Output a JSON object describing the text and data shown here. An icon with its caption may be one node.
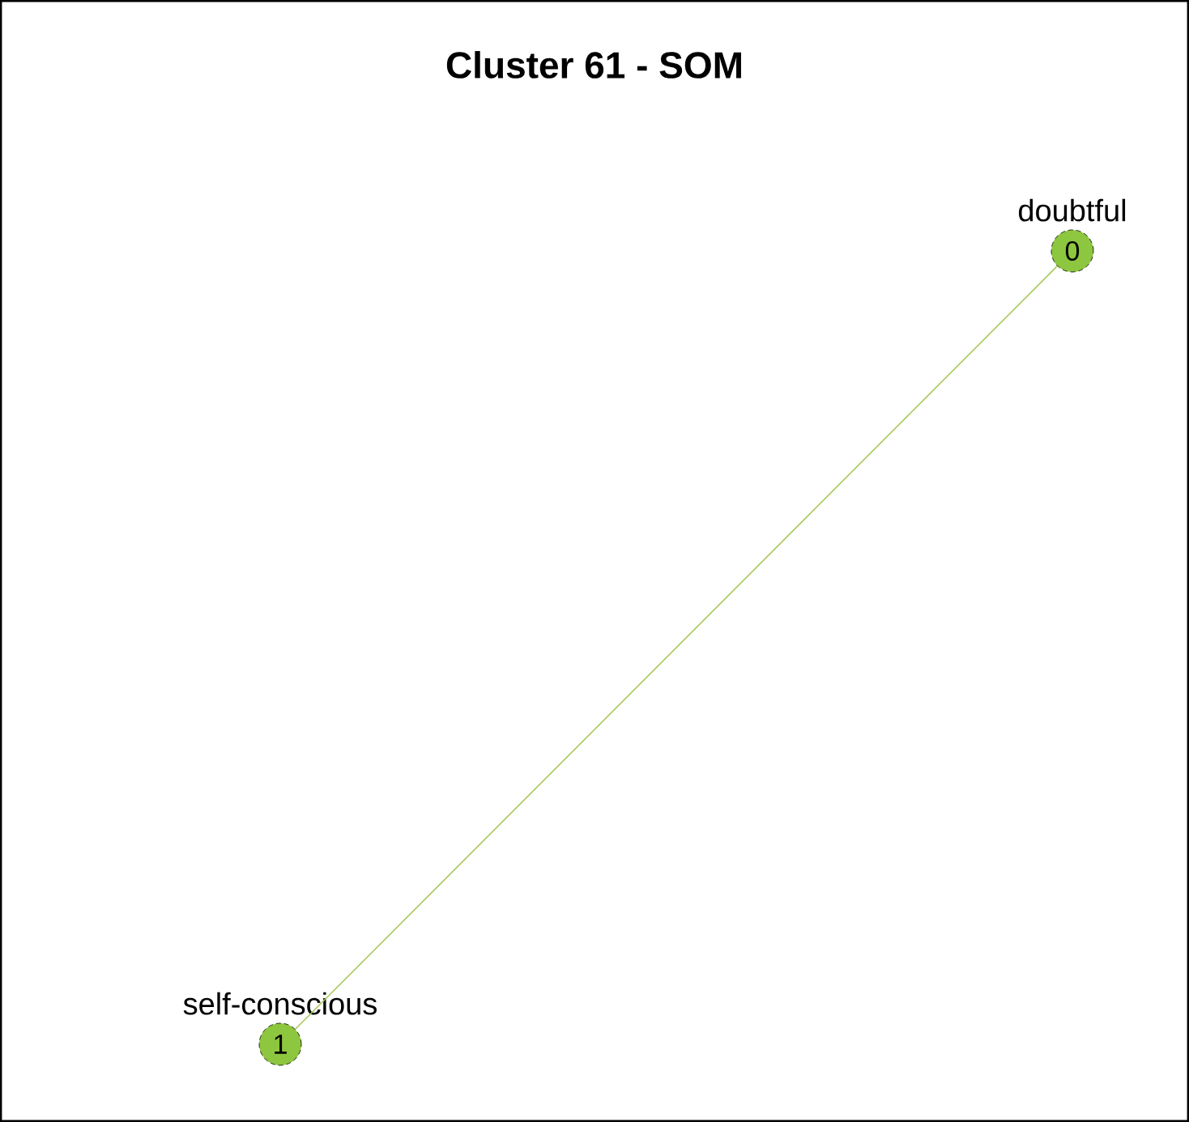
{
  "diagram": {
    "title": "Cluster 61 - SOM",
    "nodes": [
      {
        "text": [
          "0"
        ],
        "beside": [
          "doubtful"
        ]
      },
      {
        "text": [
          "1"
        ],
        "beside": [
          "self-conscious"
        ]
      }
    ],
    "edges": [
      {
        "from": 0,
        "to": 1,
        "arrow": "none"
      }
    ]
  }
}
